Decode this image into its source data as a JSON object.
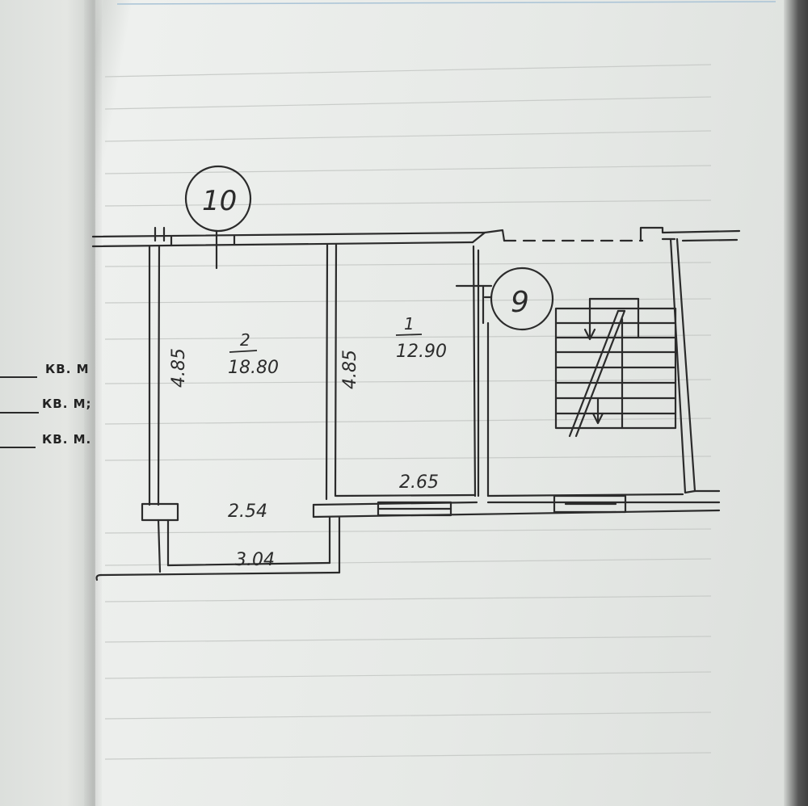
{
  "left_labels": [
    "КВ. М",
    "КВ. М;",
    "КВ. М."
  ],
  "markers": {
    "building_left": "10",
    "building_right": "9"
  },
  "rooms": [
    {
      "number": "2",
      "area": "18.80",
      "height_label": "4.85",
      "width_label": "2.54"
    },
    {
      "number": "1",
      "area": "12.90",
      "height_label": "4.85",
      "width_label": "2.65"
    }
  ],
  "balcony": {
    "width_label": "3.04"
  },
  "colors": {
    "ink": "#2b2b2b",
    "paper": "#e6e9e6"
  }
}
